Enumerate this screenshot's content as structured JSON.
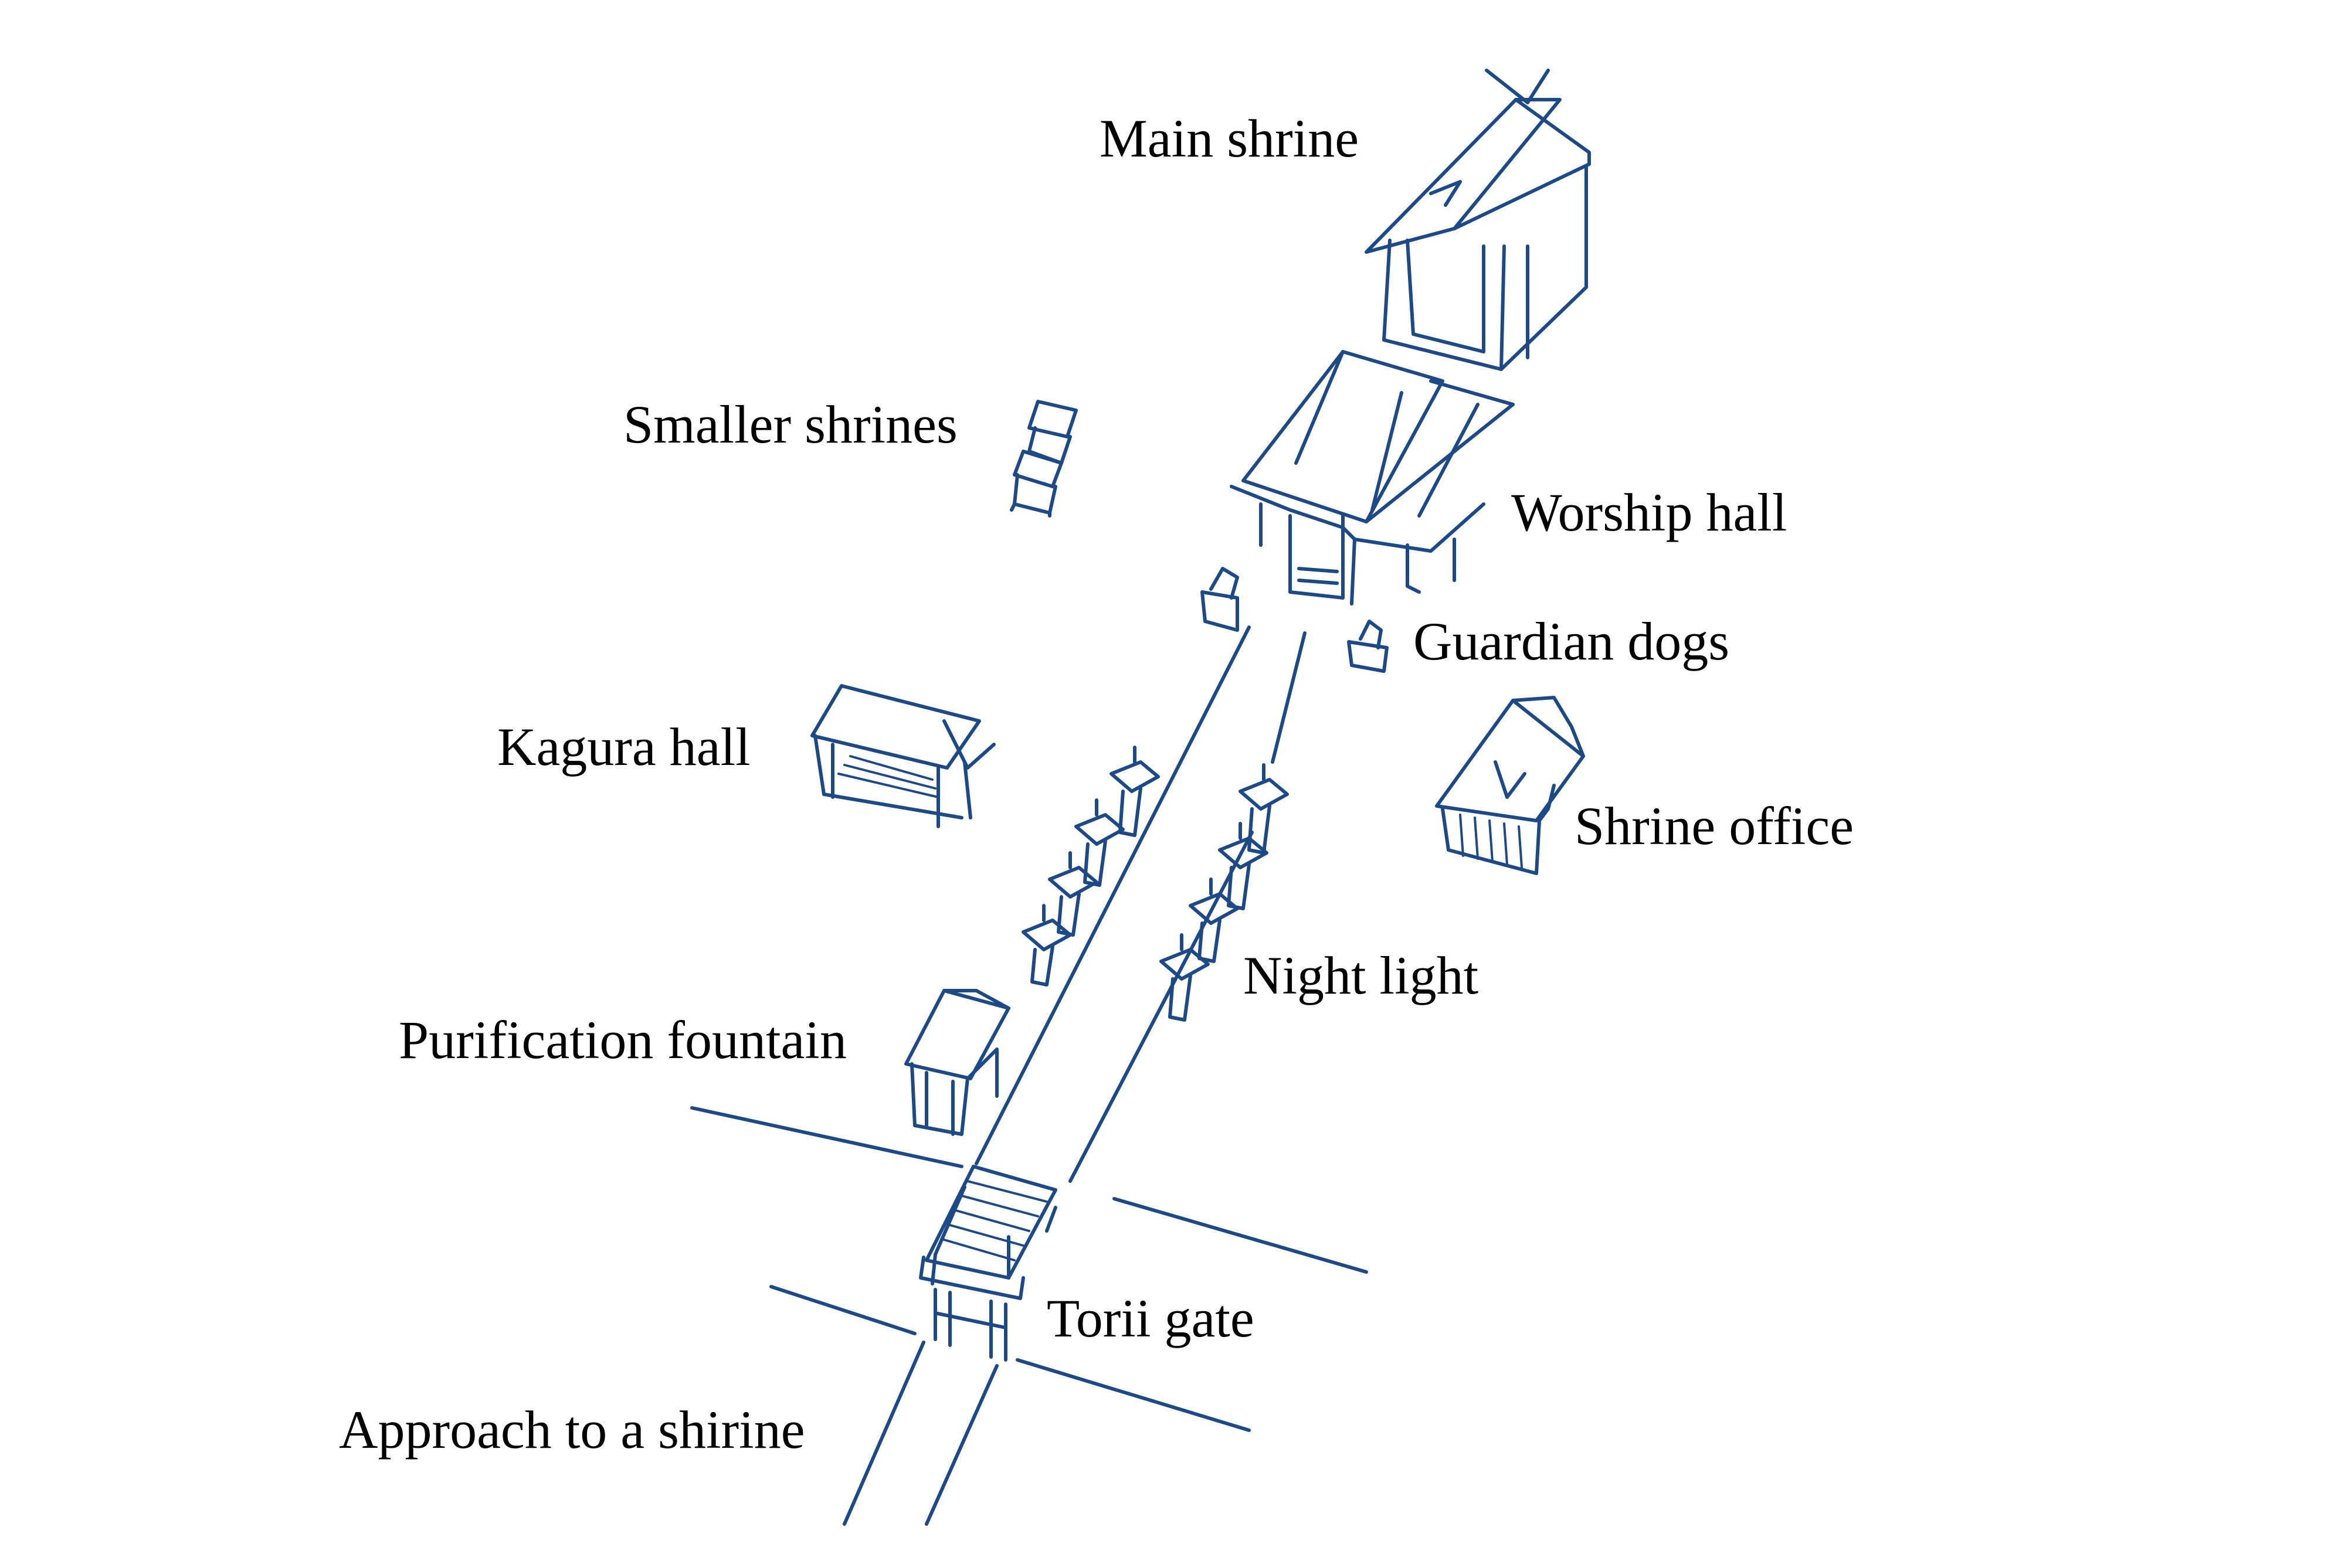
{
  "labels": {
    "main_shrine": "Main shrine",
    "smaller_shrines": "Smaller shrines",
    "worship_hall": "Worship hall",
    "guardian_dogs": "Guardian dogs",
    "kagura_hall": "Kagura hall",
    "shrine_office": "Shrine office",
    "night_light": "Night light",
    "purification_fountain": "Purification fountain",
    "torii_gate": "Torii gate",
    "approach": "Approach to a shirine"
  },
  "colors": {
    "ink": "#1d4a86",
    "text": "#000000",
    "background": "#ffffff"
  }
}
